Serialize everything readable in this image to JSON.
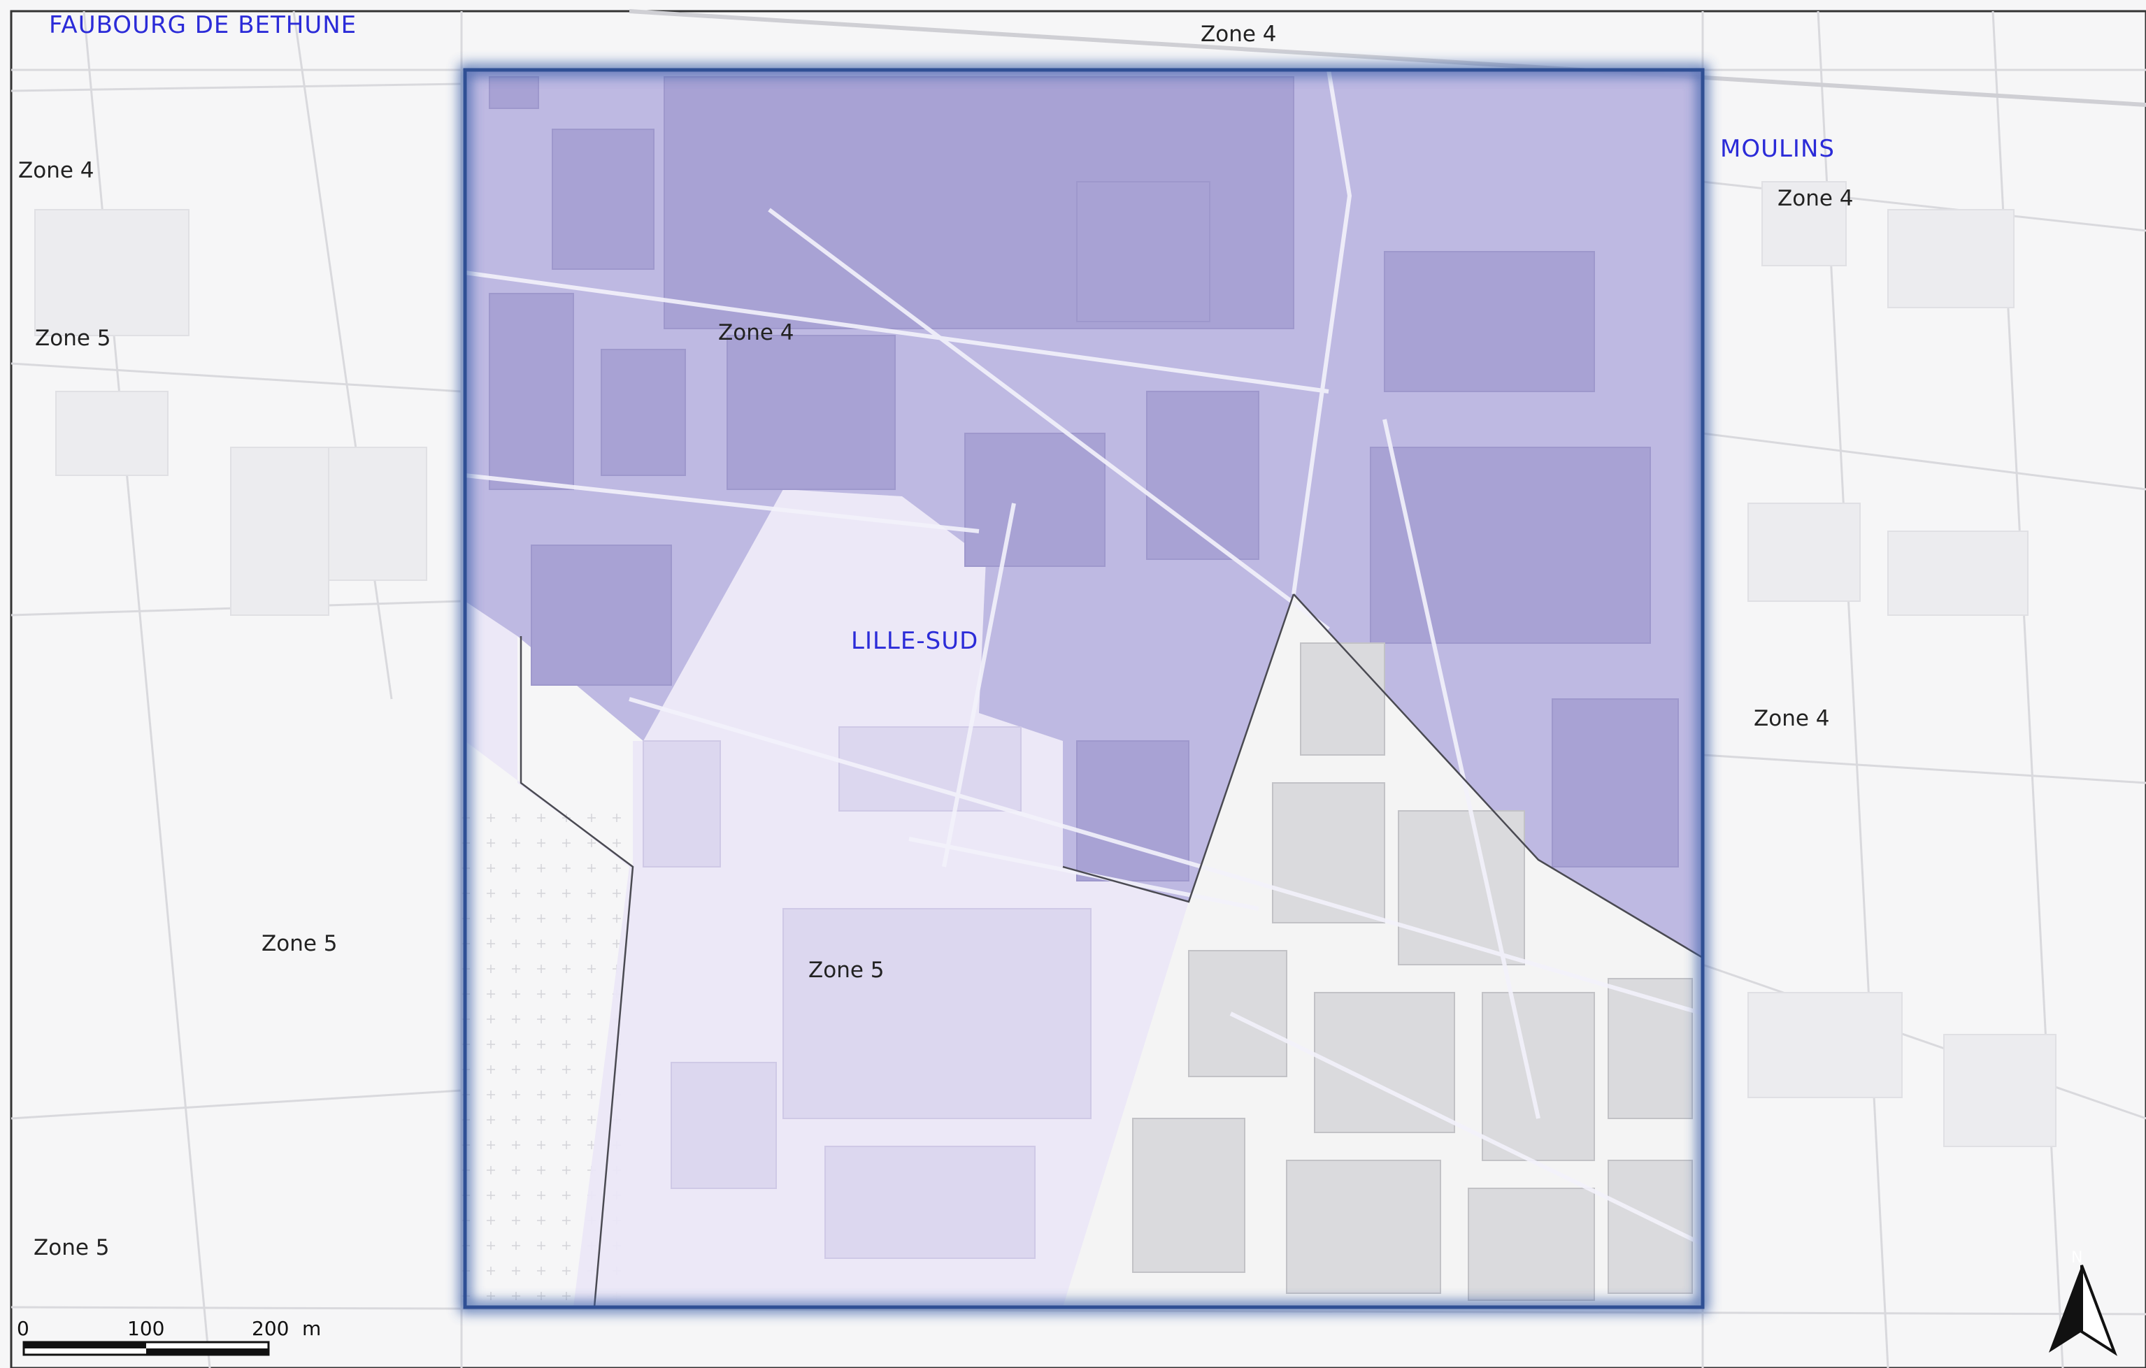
{
  "map": {
    "colors": {
      "zone4_fill": "#b9b3e0",
      "zone5_fill": "#ebe7f7",
      "outside_tint": "#f4f4f6",
      "frame_stroke": "#2f4f94",
      "district_label": "#2b2bd8",
      "road_line": "#c8c8cc",
      "block_fill": "#dcdce0"
    },
    "district_labels": {
      "faubourg": "FAUBOURG DE BETHUNE",
      "moulins": "MOULINS",
      "lille_sud": "LILLE-SUD"
    },
    "zone_labels": {
      "top_center": "Zone 4",
      "left_upper": "Zone 4",
      "left_mid": "Zone 5",
      "inner_zone4": "Zone 4",
      "right_upper": "Zone 4",
      "right_mid": "Zone 4",
      "left_lower": "Zone 5",
      "inner_zone5": "Zone 5",
      "left_bottom": "Zone 5"
    },
    "scale_bar": {
      "tick_0": "0",
      "tick_100": "100",
      "tick_200": "200",
      "unit": "m"
    },
    "north_arrow": {
      "letter": "N",
      "icon": "north-arrow-icon"
    }
  }
}
